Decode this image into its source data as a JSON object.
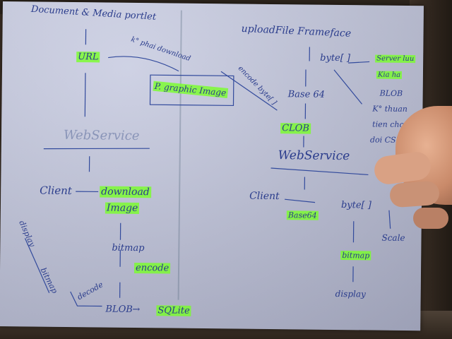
{
  "left": {
    "title": "Document & Media portlet",
    "url": "URL",
    "no_download": "k° phai download",
    "preview_box": "P. graphic Image",
    "webservice": "WebService",
    "client": "Client",
    "download": "download",
    "image": "Image",
    "bitmap": "bitmap",
    "encode": "encode",
    "decode": "decode",
    "display": "display",
    "bitmap_side": "bitmap",
    "blob": "BLOB",
    "sqlite": "SQLite"
  },
  "right": {
    "title": "uploadFile Frameface",
    "byte1": "byte[ ]",
    "server_box": "Server luu",
    "kia": "Kia ha",
    "base64": "Base 64",
    "encode_byte": "encode byte[ ]",
    "clob": "CLOB",
    "blob_note": "BLOB",
    "note1": "K° thuan",
    "note2": "tien cho",
    "note3": "doi CSDL",
    "webservice": "WebService",
    "client": "Client",
    "base64_2": "Base64",
    "byte2": "byte[ ]",
    "scale": "Scale",
    "bitmap": "bitmap",
    "display": "display"
  },
  "colors": {
    "ink": "#2a3c8c",
    "highlight": "#78ff28",
    "paper": "#c4c8de"
  }
}
